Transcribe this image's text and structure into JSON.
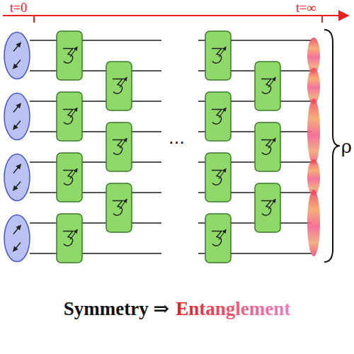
{
  "diagram": {
    "labels": [
      "t=0",
      "t=∞",
      "···",
      "ρ",
      "Symmetry ⇒",
      "Entanglement"
    ]
  }
}
